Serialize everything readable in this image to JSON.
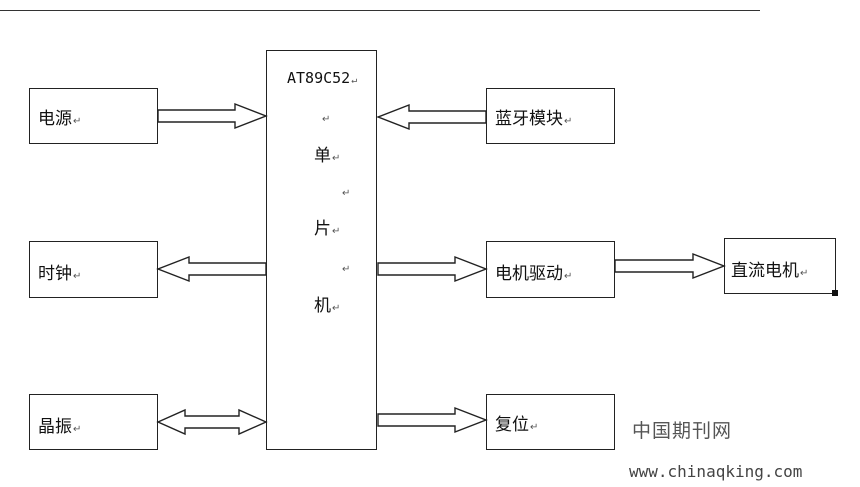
{
  "return_mark": "↵",
  "mcu": {
    "title": "AT89C52",
    "chars": [
      "单",
      "片",
      "机"
    ]
  },
  "blocks": {
    "power": "电源",
    "clock": "时钟",
    "crystal": "晶振",
    "bluetooth": "蓝牙模块",
    "motor_driver": "电机驱动",
    "dc_motor": "直流电机",
    "reset": "复位"
  },
  "watermark": {
    "name": "中国期刊网",
    "url": "www.chinaqking.com"
  }
}
